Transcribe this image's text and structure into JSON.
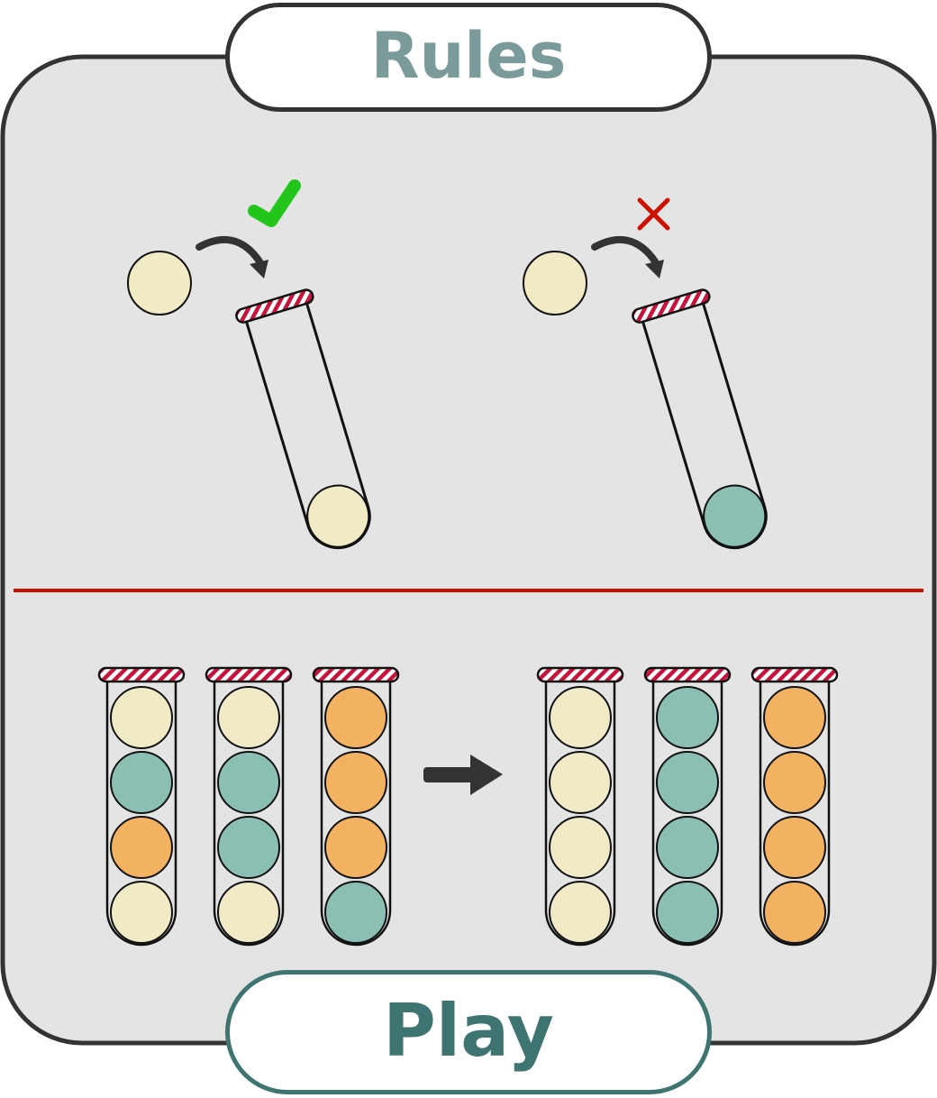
{
  "title": "Rules",
  "play_label": "Play",
  "colors": {
    "panel_bg": "#e4e4e4",
    "panel_border": "#333333",
    "title_text": "#7a9b9a",
    "play_text": "#3e7471",
    "play_border": "#3e7471",
    "divider": "#cc1100",
    "check": "#22c61a",
    "cross": "#cc1100",
    "tube_cap": "#c8143c",
    "cream": "#f0eac5",
    "teal": "#8cbfb3",
    "orange": "#f2b262",
    "arrow": "#333333"
  },
  "icons": {
    "valid_move": "checkmark-icon",
    "invalid_move": "cross-icon",
    "transition": "arrow-right-icon"
  },
  "rules": [
    {
      "verdict": "allowed",
      "ball_color": "cream",
      "tube_ball": "cream"
    },
    {
      "verdict": "not_allowed",
      "ball_color": "cream",
      "tube_ball": "teal"
    }
  ],
  "puzzle": {
    "before": [
      [
        "cream",
        "teal",
        "orange",
        "cream"
      ],
      [
        "cream",
        "teal",
        "teal",
        "cream"
      ],
      [
        "orange",
        "orange",
        "orange",
        "teal"
      ]
    ],
    "after": [
      [
        "cream",
        "cream",
        "cream",
        "cream"
      ],
      [
        "teal",
        "teal",
        "teal",
        "teal"
      ],
      [
        "orange",
        "orange",
        "orange",
        "orange"
      ]
    ]
  }
}
